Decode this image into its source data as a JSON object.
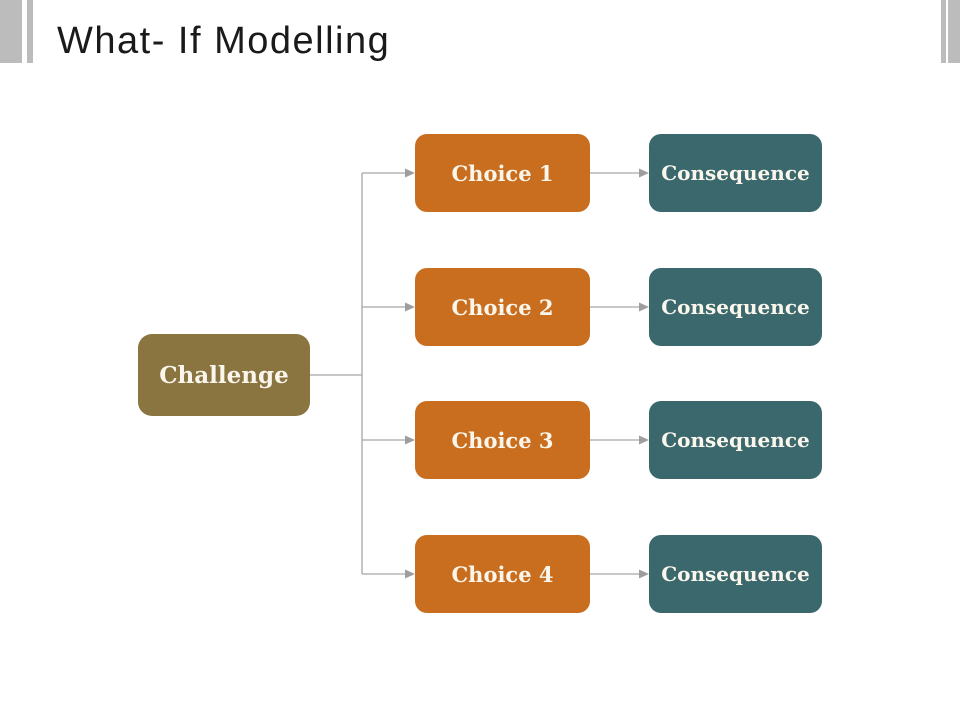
{
  "title": "What- If Modelling",
  "colors": {
    "title_text": "#1a1a1a",
    "challenge_fill": "#8a7440",
    "choice_fill": "#c96e1e",
    "consequence_fill": "#3a686d",
    "node_text": "#faf6ec",
    "connector_gray": "#a6a6a6",
    "edge_bar_gray": "#bcbcbc",
    "background": "#ffffff"
  },
  "diagram": {
    "root_label": "Challenge",
    "rows": [
      {
        "choice": "Choice 1",
        "consequence": "Consequence"
      },
      {
        "choice": "Choice 2",
        "consequence": "Consequence"
      },
      {
        "choice": "Choice 3",
        "consequence": "Consequence"
      },
      {
        "choice": "Choice 4",
        "consequence": "Consequence"
      }
    ]
  }
}
